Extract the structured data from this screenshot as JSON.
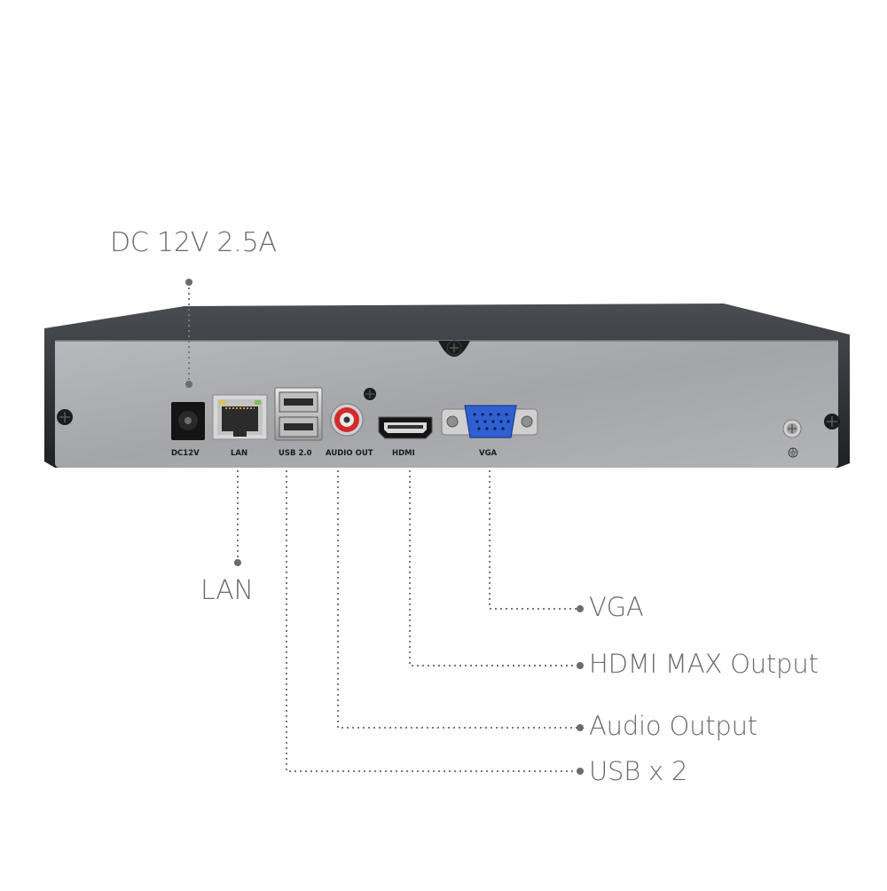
{
  "callouts": {
    "dc_power": "DC 12V 2.5A",
    "lan": "LAN",
    "vga": "VGA",
    "hdmi": "HDMI MAX Output",
    "audio": "Audio Output",
    "usb": "USB x 2"
  },
  "port_labels": {
    "dc": "DC12V",
    "lan": "LAN",
    "usb": "USB  2.0",
    "audio": "AUDIO OUT",
    "hdmi": "HDMI",
    "vga": "VGA"
  },
  "colors": {
    "case_top": "#2d2f33",
    "panel": "#a9abae",
    "leader_dots": "#77787a",
    "callout_text": "#6b6b6b",
    "vga_blue": "#2f5fd0",
    "audio_red": "#d22b2b"
  }
}
